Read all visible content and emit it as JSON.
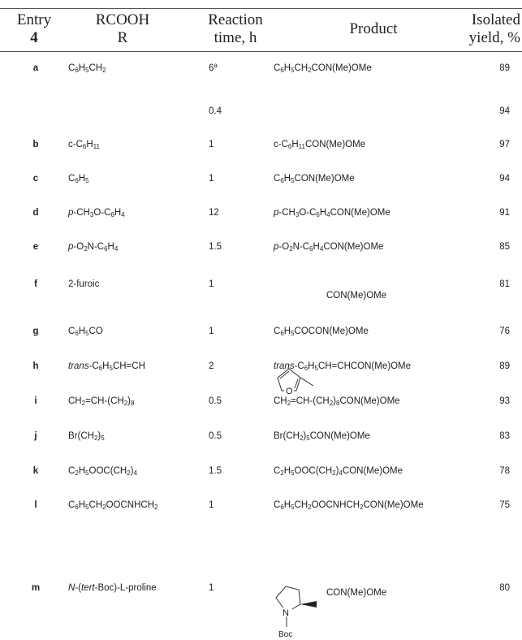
{
  "header": {
    "entry": "Entry",
    "entry_num": "4",
    "rcooh": "RCOOH",
    "r": "R",
    "time_1": "Reaction",
    "time_2": "time, h",
    "product": "Product",
    "yield_1": "Isolated",
    "yield_2": "yield, %"
  },
  "rows": [
    {
      "entry": "a",
      "r": "C<sub>6</sub>H<sub>5</sub>CH<sub>2</sub>",
      "time": "6<sup>a</sup>",
      "product": "C<sub>6</sub>H<sub>5</sub>CH<sub>2</sub>CON(Me)OMe",
      "yield": "89"
    },
    {
      "entry": "",
      "r": "",
      "time": "0.4",
      "product": "",
      "yield": "94"
    },
    {
      "entry": "b",
      "r": "c-C<sub>6</sub>H<sub>11</sub>",
      "time": "1",
      "product": "c-C<sub>6</sub>H<sub>11</sub>CON(Me)OMe",
      "yield": "97"
    },
    {
      "entry": "c",
      "r": "C<sub>6</sub>H<sub>5</sub>",
      "time": "1",
      "product": "C<sub>6</sub>H<sub>5</sub>CON(Me)OMe",
      "yield": "94"
    },
    {
      "entry": "d",
      "r": "<i>p</i>-CH<sub>3</sub>O-C<sub>6</sub>H<sub>4</sub>",
      "time": "12",
      "product": "<i>p</i>-CH<sub>3</sub>O-C<sub>6</sub>H<sub>4</sub>CON(Me)OMe",
      "yield": "91"
    },
    {
      "entry": "e",
      "r": "<i>p</i>-O<sub>2</sub>N-C<sub>6</sub>H<sub>4</sub>",
      "time": "1.5",
      "product": "<i>p</i>-O<sub>2</sub>N-C<sub>6</sub>H<sub>4</sub>CON(Me)OMe",
      "yield": "85"
    },
    {
      "entry": "f",
      "r": "2-furoic",
      "time": "1",
      "product": "CON(Me)OMe",
      "yield": "81"
    },
    {
      "entry": "g",
      "r": "C<sub>6</sub>H<sub>5</sub>CO",
      "time": "1",
      "product": "C<sub>6</sub>H<sub>5</sub>COCON(Me)OMe",
      "yield": "76"
    },
    {
      "entry": "h",
      "r": "<i>trans</i>-C<sub>6</sub>H<sub>5</sub>CH=CH",
      "time": "2",
      "product": "<i>trans</i>-C<sub>6</sub>H<sub>5</sub>CH=CHCON(Me)OMe",
      "yield": "89"
    },
    {
      "entry": "i",
      "r": "CH<sub>2</sub>=CH-(CH<sub>2</sub>)<sub>8</sub>",
      "time": "0.5",
      "product": "CH<sub>2</sub>=CH-(CH<sub>2</sub>)<sub>8</sub>CON(Me)OMe",
      "yield": "93"
    },
    {
      "entry": "j",
      "r": "Br(CH<sub>2</sub>)<sub>5</sub>",
      "time": "0.5",
      "product": "Br(CH<sub>2</sub>)<sub>5</sub>CON(Me)OMe",
      "yield": "83"
    },
    {
      "entry": "k",
      "r": "C<sub>2</sub>H<sub>5</sub>OOC(CH<sub>2</sub>)<sub>4</sub>",
      "time": "1.5",
      "product": "C<sub>2</sub>H<sub>5</sub>OOC(CH<sub>2</sub>)<sub>4</sub>CON(Me)OMe",
      "yield": "78"
    },
    {
      "entry": "l",
      "r": "C<sub>6</sub>H<sub>5</sub>CH<sub>2</sub>OOCNHCH<sub>2</sub>",
      "time": "1",
      "product": "C<sub>6</sub>H<sub>5</sub>CH<sub>2</sub>OOCNHCH<sub>2</sub>CON(Me)OMe",
      "yield": "75"
    },
    {
      "entry": "m",
      "r": "<i>N</i>-(<i>tert</i>-Boc)-L-proline",
      "time": "1",
      "product": "CON(Me)OMe",
      "yield": "80"
    }
  ],
  "structures": {
    "furan_o": "O",
    "pyrrolidine_n": "N",
    "boc": "Boc"
  }
}
